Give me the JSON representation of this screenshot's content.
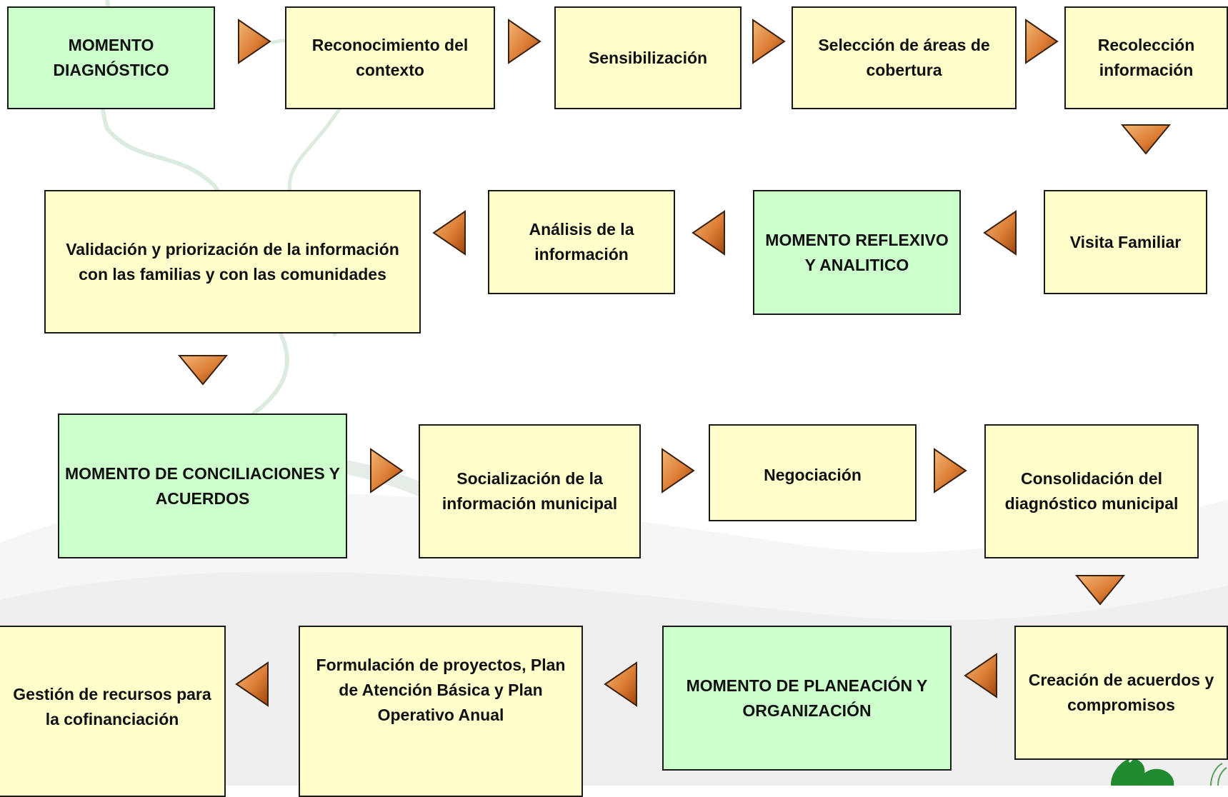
{
  "diagram": {
    "row1": {
      "step1": "MOMENTO DIAGNÓSTICO",
      "step2": "Reconocimiento del contexto",
      "step3": "Sensibilización",
      "step4": "Selección de áreas de cobertura",
      "step5": "Recolección información"
    },
    "row2": {
      "step1": "Visita Familiar",
      "step2": "MOMENTO REFLEXIVO Y ANALITICO",
      "step3": "Análisis de la información",
      "step4": "Validación y priorización de la información con las familias y con las comunidades"
    },
    "row3": {
      "step1": "MOMENTO DE CONCILIACIONES Y ACUERDOS",
      "step2": "Socialización de la información municipal",
      "step3": "Negociación",
      "step4": "Consolidación del diagnóstico municipal"
    },
    "row4": {
      "step1": "Creación de acuerdos y compromisos",
      "step2": "MOMENTO DE PLANEACIÓN Y ORGANIZACIÓN",
      "step3": "Formulación de proyectos, Plan de Atención Básica y Plan Operativo Anual",
      "step4": "Gestión de recursos para la cofinanciación"
    }
  },
  "colors": {
    "step_fill": "#ffffcc",
    "moment_fill": "#ccffcc",
    "border": "#1a1a1a",
    "arrow_light": "#f0b070",
    "arrow_dark": "#a0480c",
    "logo_green": "#1f8a2e"
  },
  "icons": {
    "arrow": "triangle-arrow-icon",
    "logo": "organization-logo-icon"
  }
}
